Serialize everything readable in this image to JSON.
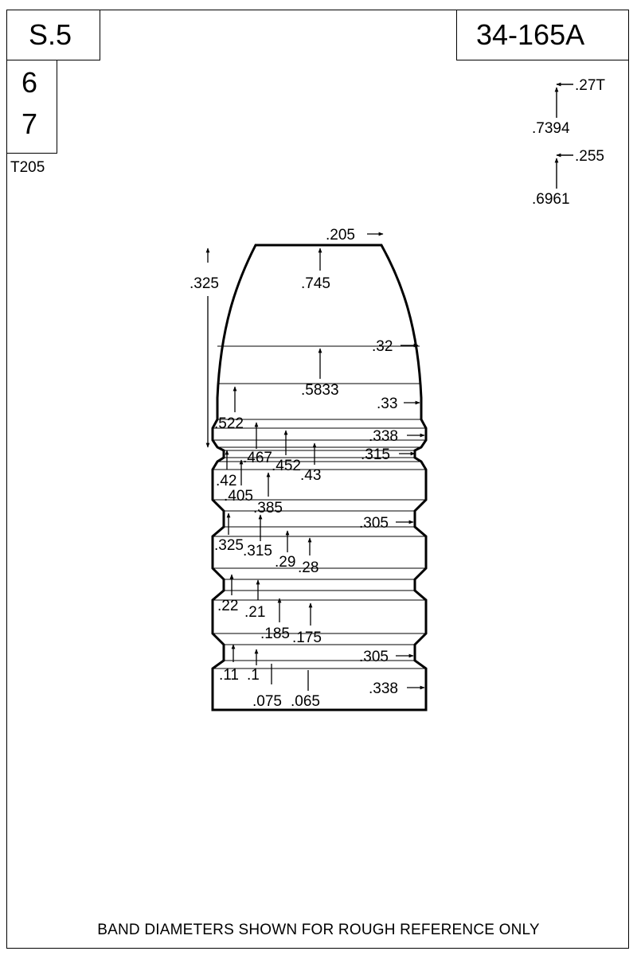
{
  "header": {
    "series": "S.5",
    "part_number": "34-165A",
    "cavities": [
      "6",
      "7"
    ],
    "template": "T205"
  },
  "footer": {
    "note": "BAND DIAMETERS SHOWN FOR ROUGH REFERENCE ONLY"
  },
  "side_specs": [
    {
      "top": ".27T",
      "bottom": ".7394"
    },
    {
      "top": ".255",
      "bottom": ".6961"
    }
  ],
  "dimensions": {
    "nose_tip": ".205",
    "nose_length_left": ".325",
    "nose_length_center": ".745",
    "dia_32": ".32",
    "len_5833": ".5833",
    "dia_33": ".33",
    "len_522": ".522",
    "dia_338_top": ".338",
    "len_467": ".467",
    "len_452": ".452",
    "dia_315": ".315",
    "len_43": ".43",
    "len_42": ".42",
    "len_405": ".405",
    "len_385": ".385",
    "dia_305_a": ".305",
    "len_325": ".325",
    "len_315": ".315",
    "len_29": ".29",
    "len_28": ".28",
    "len_22": ".22",
    "len_21": ".21",
    "len_185": ".185",
    "len_175": ".175",
    "dia_305_b": ".305",
    "len_11": ".11",
    "len_1": ".1",
    "dia_338_bottom": ".338",
    "len_075": ".075",
    "len_065": ".065"
  }
}
